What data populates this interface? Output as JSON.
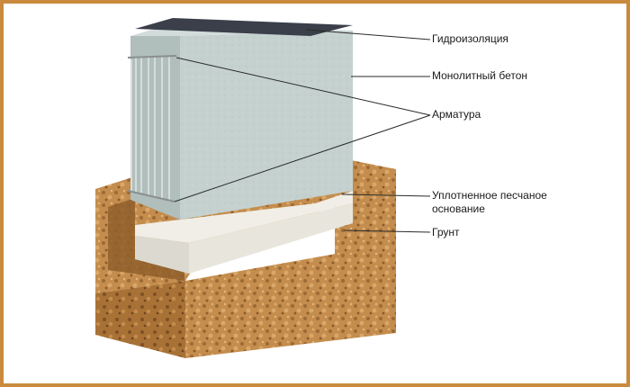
{
  "labels": {
    "waterproofing": "Гидроизоляция",
    "concrete": "Монолитный бетон",
    "rebar": "Арматура",
    "sand_line1": "Уплотненное песчаное",
    "sand_line2": "основание",
    "soil": "Грунт"
  },
  "colors": {
    "frame": "#c98a3e",
    "concrete_front": "#c5d2d0",
    "concrete_side": "#aebdbb",
    "soil": "#c08a4c",
    "sand": "#e6e4da",
    "membrane": "#3a3f4a"
  }
}
